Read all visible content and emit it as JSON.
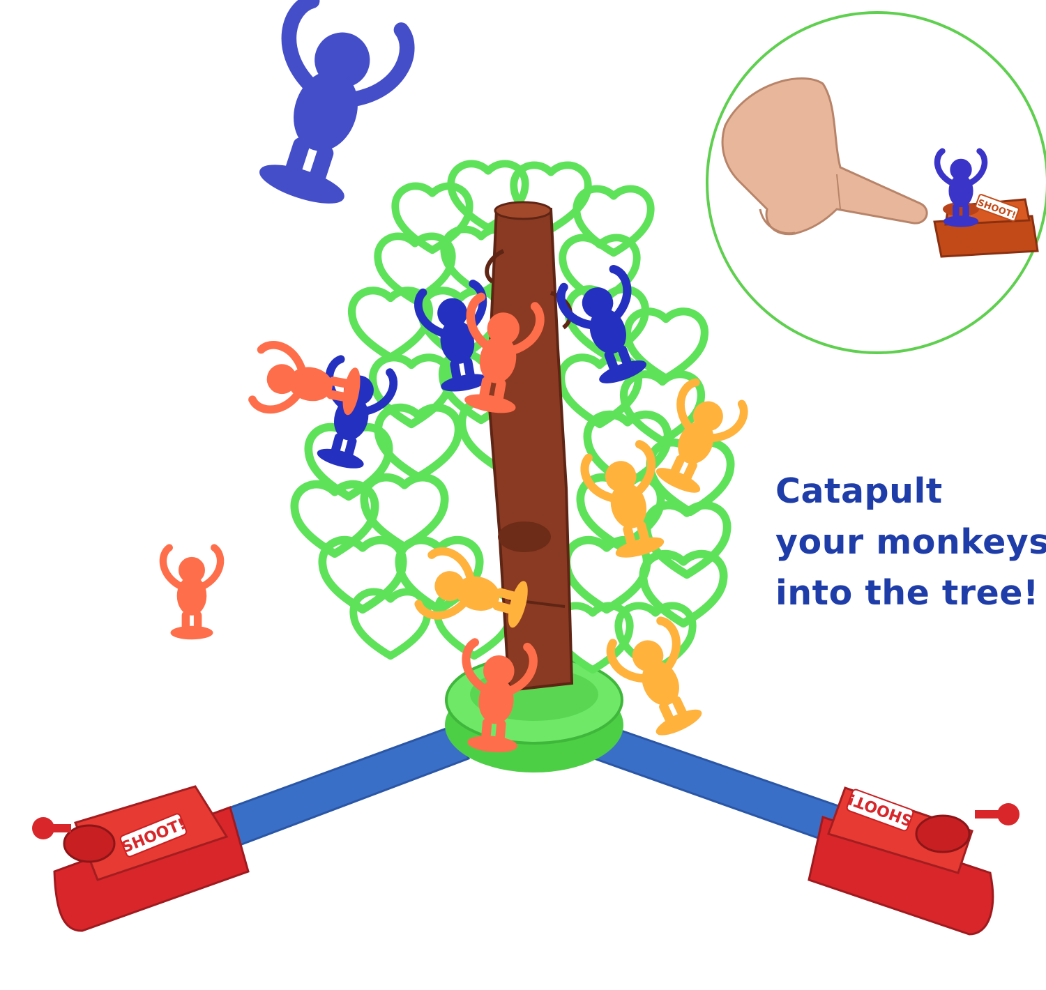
{
  "caption": {
    "line1": "Catapult",
    "line2": "your monkeys",
    "line3": "into the tree!"
  },
  "launchers": {
    "left_label": "SHOOT!",
    "right_label": "SHOOT!",
    "inset_label": "SHOOT!"
  },
  "colors": {
    "caption_text": "#1f3da8",
    "tree_green": "#5ee25a",
    "trunk_brown": "#8a3a22",
    "track_blue": "#3a6fc8",
    "launcher_red": "#d8262a",
    "inset_border": "#5fcf4f",
    "monkey_blue": "#2430c0",
    "monkey_orange": "#ffb23c",
    "monkey_coral": "#ff6e4a"
  },
  "icons": {
    "tree": "tree-icon",
    "monkey": "monkey-icon",
    "hand": "hand-icon",
    "launcher": "catapult-icon"
  }
}
